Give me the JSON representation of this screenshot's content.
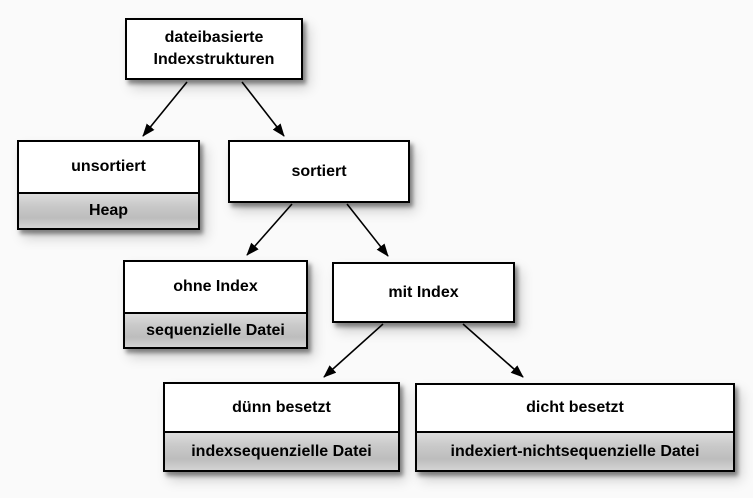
{
  "background_color": "#fafafa",
  "node_fill_color": "#ffffff",
  "node_border_color": "#000000",
  "sub_band_gradient": [
    "#dcdcdc",
    "#c9c9c9",
    "#bdbdbd",
    "#d3d3d3"
  ],
  "arrow_color": "#000000",
  "nodes": {
    "root": {
      "line1": "dateibasierte",
      "line2": "Indexstrukturen"
    },
    "unsortiert": {
      "label": "unsortiert",
      "sublabel": "Heap"
    },
    "sortiert": {
      "label": "sortiert"
    },
    "ohne_index": {
      "label": "ohne Index",
      "sublabel": "sequenzielle Datei"
    },
    "mit_index": {
      "label": "mit Index"
    },
    "duenn_besetzt": {
      "label": "dünn besetzt",
      "sublabel": "indexsequenzielle Datei"
    },
    "dicht_besetzt": {
      "label": "dicht besetzt",
      "sublabel": "indexiert-nichtsequenzielle Datei"
    }
  },
  "edges": [
    {
      "from": "root",
      "to": "unsortiert"
    },
    {
      "from": "root",
      "to": "sortiert"
    },
    {
      "from": "sortiert",
      "to": "ohne_index"
    },
    {
      "from": "sortiert",
      "to": "mit_index"
    },
    {
      "from": "mit_index",
      "to": "duenn_besetzt"
    },
    {
      "from": "mit_index",
      "to": "dicht_besetzt"
    }
  ]
}
